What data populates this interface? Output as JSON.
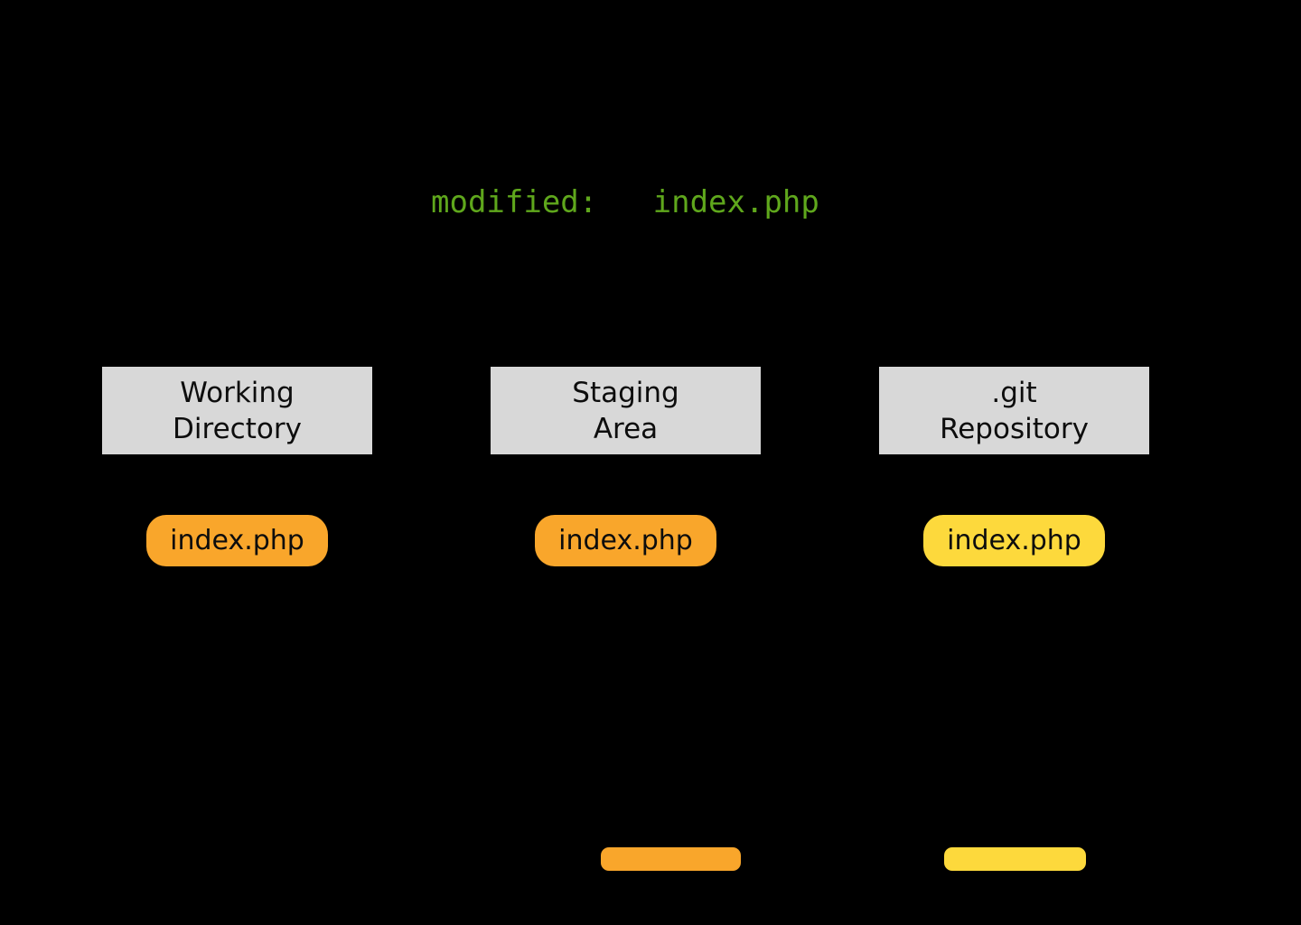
{
  "canvas": {
    "background": "#000000"
  },
  "status_line": {
    "text": "modified:   index.php",
    "color": "#5FA71C"
  },
  "columns": [
    {
      "name": "Working Directory",
      "header_line1": "Working",
      "header_line2": "Directory",
      "file": {
        "label": "index.php",
        "color": "#F9A62B"
      }
    },
    {
      "name": "Staging Area",
      "header_line1": "Staging",
      "header_line2": "Area",
      "file": {
        "label": "index.php",
        "color": "#F9A62B"
      }
    },
    {
      "name": ".git Repository",
      "header_line1": ".git",
      "header_line2": "Repository",
      "file": {
        "label": "index.php",
        "color": "#FDD93C"
      }
    }
  ],
  "legend_bars": [
    {
      "name": "orange-state-bar",
      "color": "#F9A62B"
    },
    {
      "name": "yellow-state-bar",
      "color": "#FDD93C"
    }
  ],
  "colors": {
    "header_box_bg": "#D8D8D8",
    "header_text": "#0D0D0D",
    "pill_text": "#0D0D0D"
  }
}
